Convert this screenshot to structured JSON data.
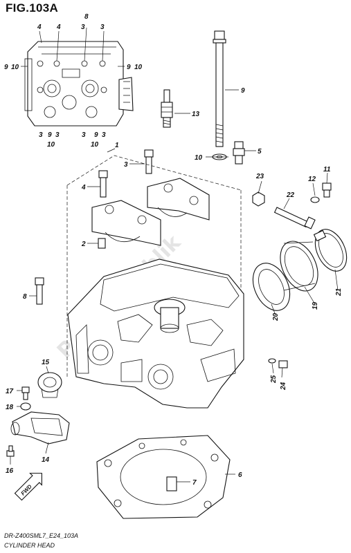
{
  "figure": {
    "title": "FIG.103A",
    "code": "DR-Z400SML7_E24_103A",
    "name": "CYLINDER HEAD"
  },
  "watermark": "PartsRepublik",
  "direction_marker": "FWD",
  "callouts": {
    "c1": "1",
    "c2": "2",
    "c3": "3",
    "c4": "4",
    "c5": "5",
    "c6": "6",
    "c7": "7",
    "c8": "8",
    "c9": "9",
    "c10": "10",
    "c11": "11",
    "c12": "12",
    "c13": "13",
    "c14": "14",
    "c15": "15",
    "c16": "16",
    "c17": "17",
    "c18": "18",
    "c19": "19",
    "c20": "20",
    "c21": "21",
    "c22": "22",
    "c23": "23",
    "c24": "24",
    "c25": "25"
  },
  "colors": {
    "line": "#111111",
    "background": "#ffffff",
    "watermark": "#cfcfcf"
  }
}
